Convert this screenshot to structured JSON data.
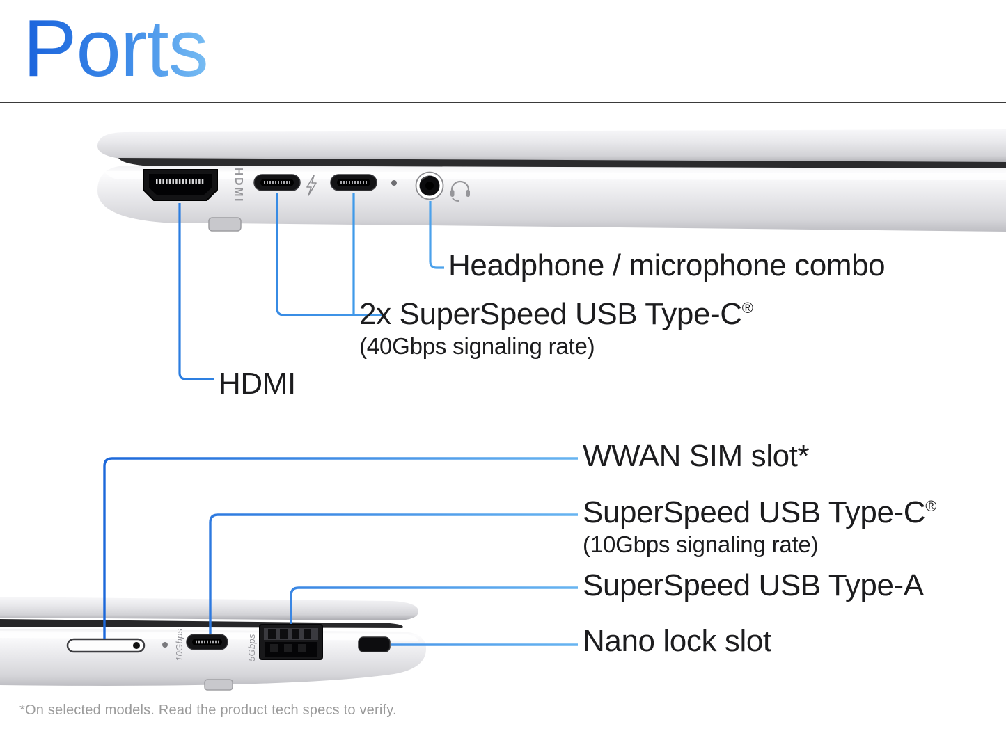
{
  "title": "Ports",
  "footnote": "*On selected models. Read the product tech specs to verify.",
  "colors": {
    "title_gradient_start": "#1a63dc",
    "title_gradient_end": "#78bdf3",
    "callout_dark": "#1b67da",
    "callout_light": "#68b5f1",
    "label_text": "#1c1c1e",
    "footnote_text": "#9b9b9b"
  },
  "left_side_view": {
    "callouts": {
      "headphone": {
        "label": "Headphone / microphone combo"
      },
      "usb_c": {
        "label": "2x SuperSpeed USB Type-C",
        "reg_mark": "®",
        "sublabel": "(40Gbps signaling rate)"
      },
      "hdmi": {
        "label": "HDMI"
      }
    },
    "engravings": {
      "hdmi": "HDMI"
    }
  },
  "right_side_view": {
    "callouts": {
      "wwan_sim": {
        "label": "WWAN SIM slot*"
      },
      "usb_c": {
        "label": "SuperSpeed USB Type-C",
        "reg_mark": "®",
        "sublabel": "(10Gbps signaling rate)"
      },
      "usb_a": {
        "label": "SuperSpeed USB Type-A"
      },
      "nano_lock": {
        "label": "Nano lock slot"
      }
    },
    "engravings": {
      "usb_c_speed": "10Gbps",
      "usb_a_speed": "5Gbps"
    }
  }
}
